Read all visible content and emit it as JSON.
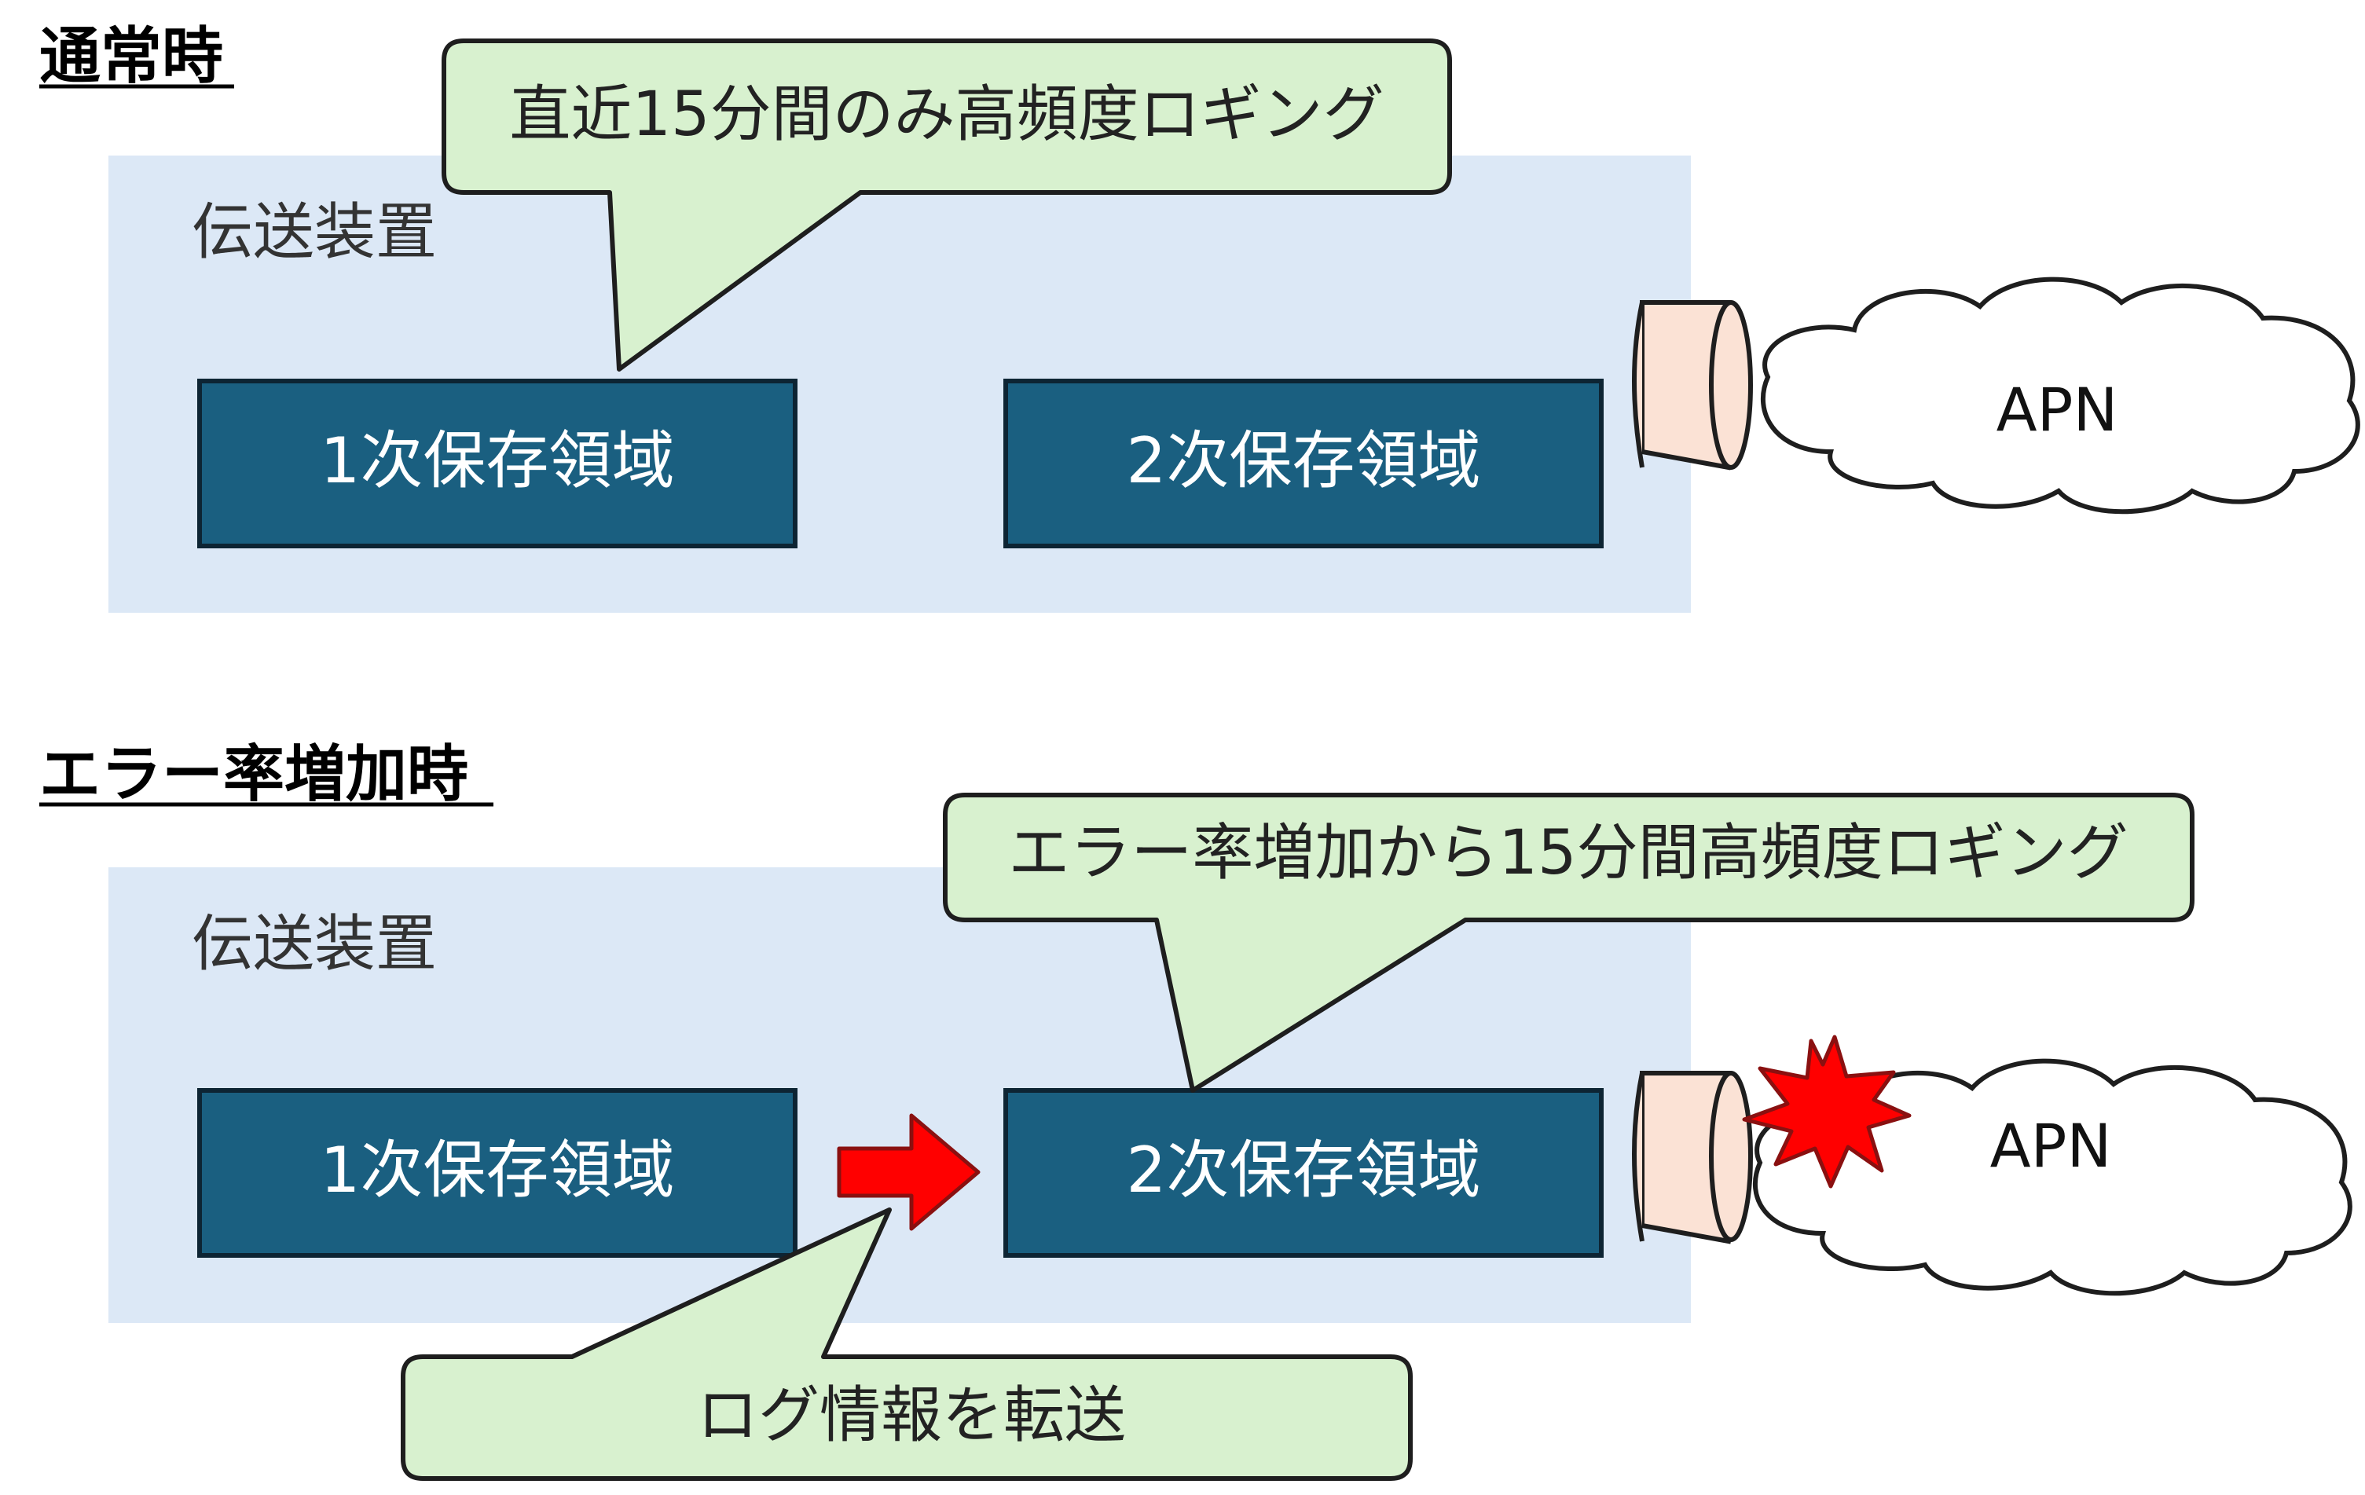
{
  "colors": {
    "device_bg": "#dce8f6",
    "storage_box": "#1a5f80",
    "callout_fill": "#d8f1cf",
    "cable_fill": "#fbe2d5",
    "arrow": "#ff0000",
    "error_burst": "#ff0000"
  },
  "normal": {
    "heading": "通常時",
    "device_label": "伝送装置",
    "primary_storage": "1次保存領域",
    "secondary_storage": "2次保存領域",
    "callout": "直近15分間のみ高頻度ロギング",
    "network": "APN"
  },
  "error": {
    "heading": "エラー率増加時",
    "device_label": "伝送装置",
    "primary_storage": "1次保存領域",
    "secondary_storage": "2次保存領域",
    "callout_top": "エラー率増加から15分間高頻度ロギング",
    "callout_bottom": "ログ情報を転送",
    "network": "APN"
  }
}
